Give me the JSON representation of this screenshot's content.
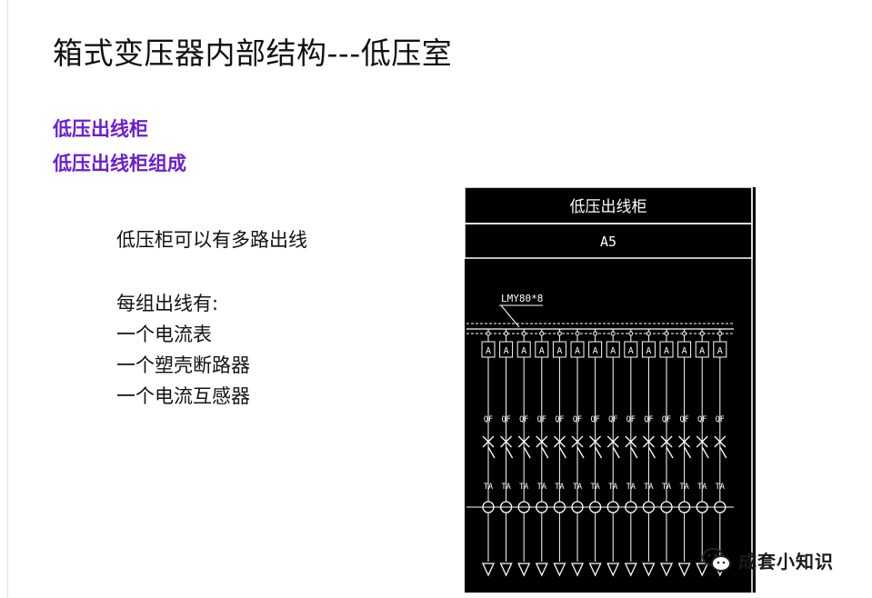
{
  "slide": {
    "title": "箱式变压器内部结构---低压室",
    "subtitle1": "低压出线柜",
    "subtitle2": "低压出线柜组成",
    "line1": "低压柜可以有多路出线",
    "line2": "每组出线有:",
    "line3": "一个电流表",
    "line4": "一个塑壳断路器",
    "line5": "一个电流互感器"
  },
  "diagram": {
    "header": "低压出线柜",
    "code": "A5",
    "busbar_label": "LMY80*8",
    "meter_symbol": "A",
    "breaker_label": "QF",
    "ct_label": "TA",
    "feeder_count": 14
  },
  "watermark": {
    "text": "成套小知识",
    "icon": "wechat-icon"
  },
  "colors": {
    "subtitle": "#6a1fd0",
    "diagram_bg": "#000000",
    "diagram_line": "#ffffff"
  }
}
